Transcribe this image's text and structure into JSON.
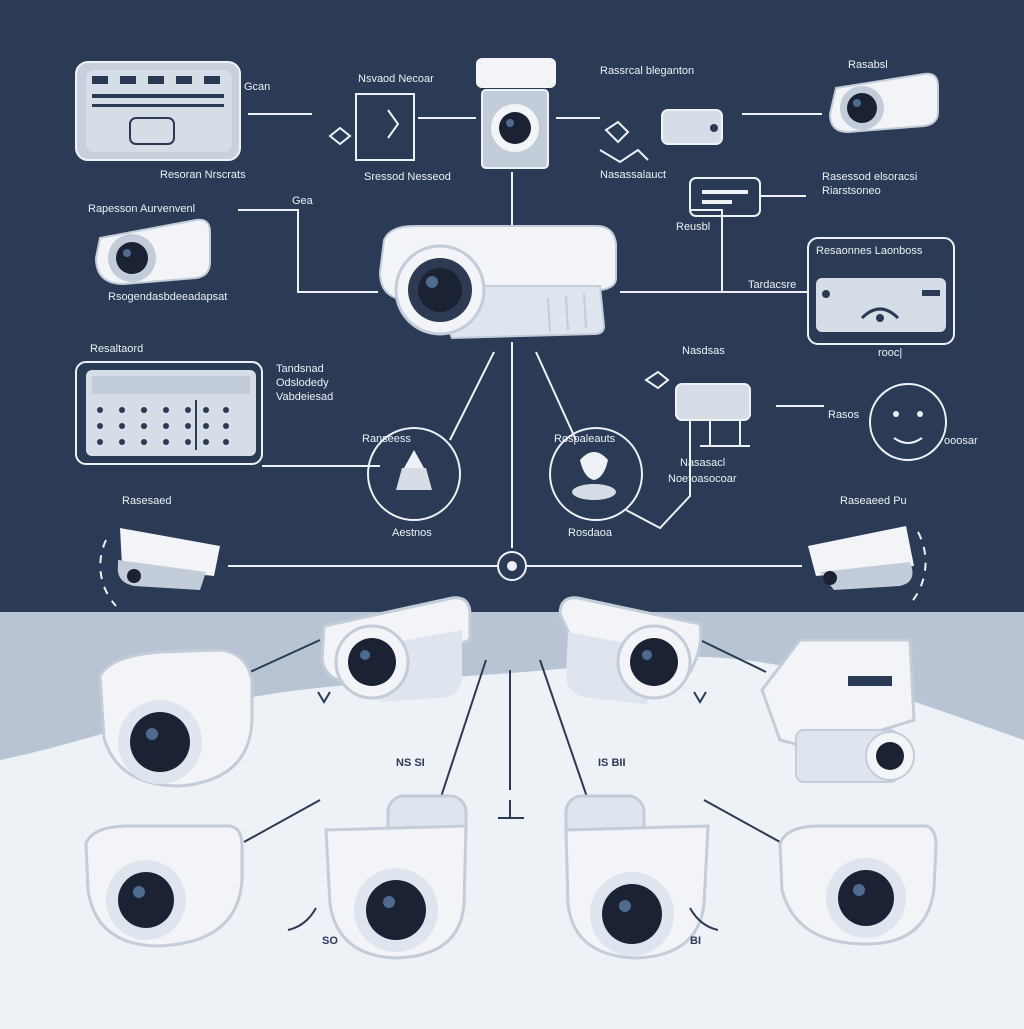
{
  "colors": {
    "background_top": "#2b3a55",
    "background_bottom": "#eef1f6",
    "band": "#b8c4d4",
    "line_dark": "#eef1f6",
    "line_light": "#2b3a55",
    "camera_body": "#f2f4f7",
    "camera_shade": "#c3ccd9",
    "lens": "#1b2233"
  },
  "labels": {
    "monitor": "Gcan",
    "cable_top": "Nsvaod Necoar",
    "cable_bottom": "Sressod Nesseod",
    "router": "Rassrcal bleganton",
    "router_sub": "Nasassalauct",
    "top_right_cam": "Rasabsl",
    "monitor_label": "Resoran Nrscrats",
    "left_cam_title": "Rapesson Aurvenvenl",
    "left_cam_sub": "Rsogendasbdeeadapsat",
    "mid_link": "Gea",
    "switch_top": "Rasessod elsoracsi",
    "switch_side": "Reusbl",
    "switch_sub": "Riarstsoneo",
    "nvr_title": "Resaonnes Laonboss",
    "nvr_side": "Tardacsre",
    "nvr_sub": "rooc|",
    "keypad_title": "Resaltaord",
    "keypad_right_1": "Tandsnad",
    "keypad_right_2": "Odslodedy",
    "keypad_right_3": "Vabdeiesad",
    "alarm": "Ranseess",
    "alarm_sub": "Aestnos",
    "sensor": "Rospaleauts",
    "sensor_sub": "Rosdaoa",
    "hub_top": "Nasdsas",
    "hub_bottom": "Nasasacl",
    "hub_sub": "Noetoasocoar",
    "face_left": "Rasos",
    "face_right": "ooosar",
    "left_ptz": "Rasesaed",
    "right_ptz": "Raseaeed Pu",
    "bottom_mid_left": "NS SI",
    "bottom_mid_right": "IS BII",
    "bottom_left_num": "SO",
    "bottom_right_num": "BI"
  }
}
